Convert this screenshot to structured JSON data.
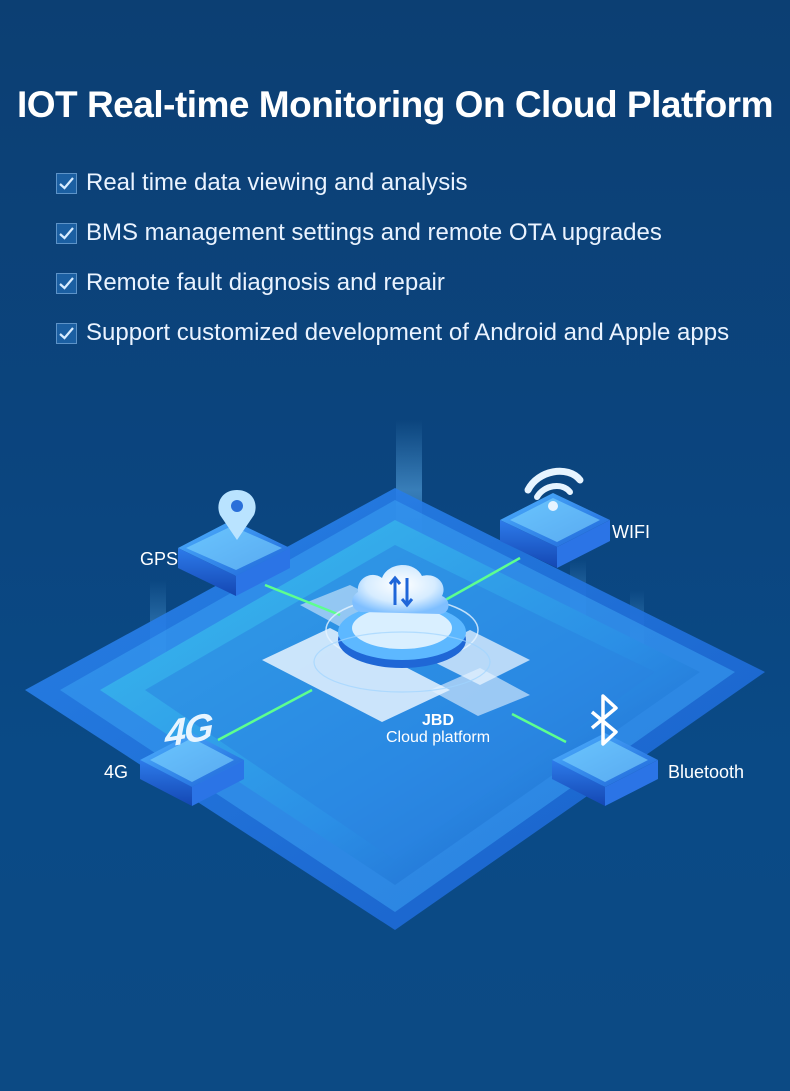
{
  "title": "IOT Real-time Monitoring On Cloud Platform",
  "features": [
    "Real time data viewing and analysis",
    "BMS management settings and remote OTA upgrades",
    "Remote fault diagnosis and repair",
    "Support customized development of Android and Apple apps"
  ],
  "diagram": {
    "center": {
      "name": "JBD",
      "subtitle": "Cloud platform"
    },
    "nodes": {
      "gps": "GPS",
      "wifi": "WIFI",
      "g4": "4G",
      "bluetooth": "Bluetooth"
    },
    "node_glyphs": {
      "g4": "4G"
    }
  },
  "colors": {
    "background": "#0b457f",
    "accent": "#3aa8ff",
    "link": "#5dff8f"
  }
}
